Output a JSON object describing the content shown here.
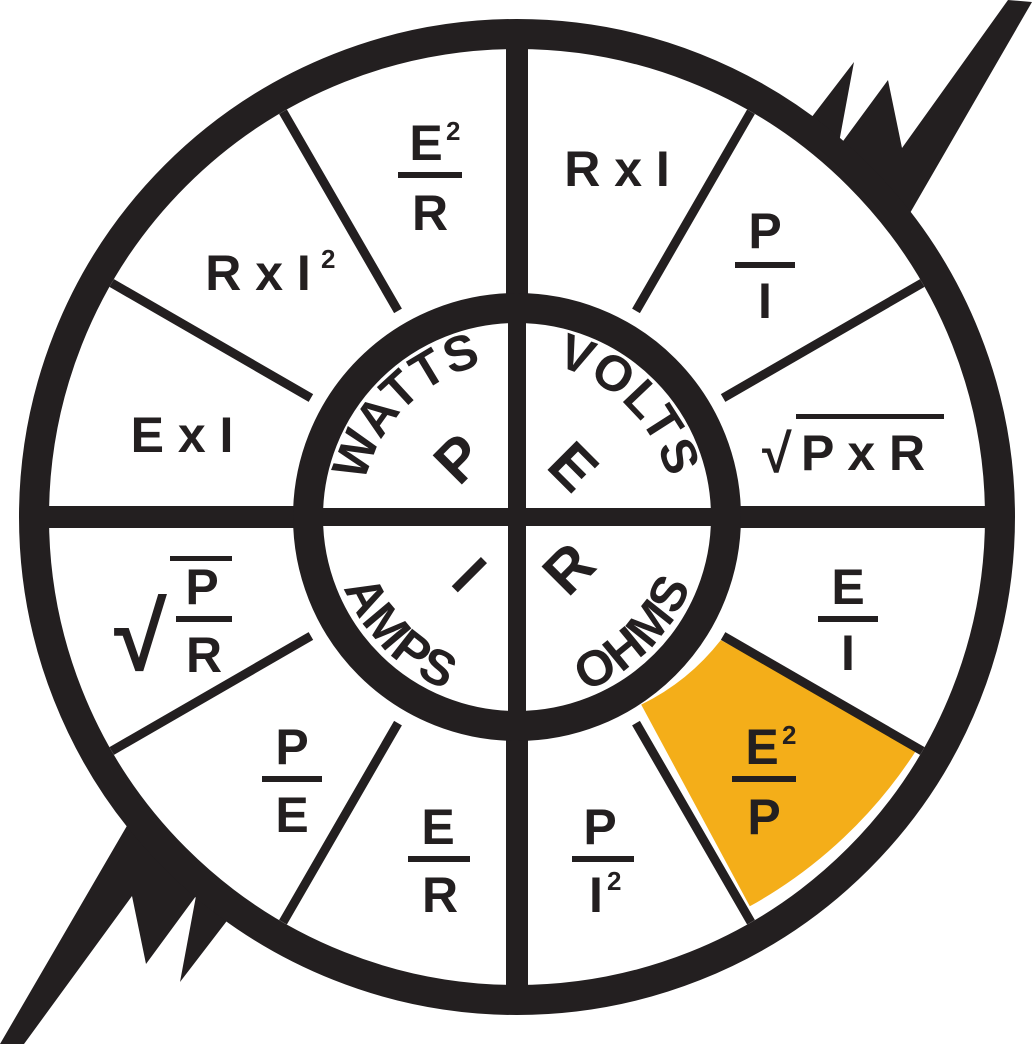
{
  "colors": {
    "ink": "#231f20",
    "background": "#ffffff",
    "highlight": "#f4ae19"
  },
  "quadrants": {
    "watts": {
      "label": "WATTS",
      "letter": "P"
    },
    "volts": {
      "label": "VOLTS",
      "letter": "E"
    },
    "ohms": {
      "label": "OHMS",
      "letter": "R"
    },
    "amps": {
      "label": "AMPS",
      "letter": "I"
    }
  },
  "formulas": {
    "volts": {
      "r_times_i": {
        "text": "R x I"
      },
      "p_over_i": {
        "num": "P",
        "den": "I"
      },
      "sqrt_p_times_r": {
        "radical": "√",
        "text": "P x R"
      }
    },
    "ohms": {
      "e_over_i": {
        "num": "E",
        "den": "I"
      },
      "e2_over_p": {
        "num": "E",
        "num_sup": "2",
        "den": "P",
        "highlighted": true
      },
      "p_over_i2": {
        "num": "P",
        "den": "I",
        "den_sup": "2"
      }
    },
    "amps": {
      "e_over_r": {
        "num": "E",
        "den": "R"
      },
      "p_over_e": {
        "num": "P",
        "den": "E"
      },
      "sqrt_p_over_r": {
        "radical": "√",
        "num": "P",
        "den": "R"
      }
    },
    "watts": {
      "e_times_i": {
        "text": "E x I"
      },
      "r_times_i2": {
        "text": "R x I",
        "sup": "2"
      },
      "e2_over_r": {
        "num": "E",
        "num_sup": "2",
        "den": "R"
      }
    }
  },
  "decorations": {
    "lightning_bolts": [
      "lightning-bolt-top-right",
      "lightning-bolt-bottom-left"
    ]
  }
}
